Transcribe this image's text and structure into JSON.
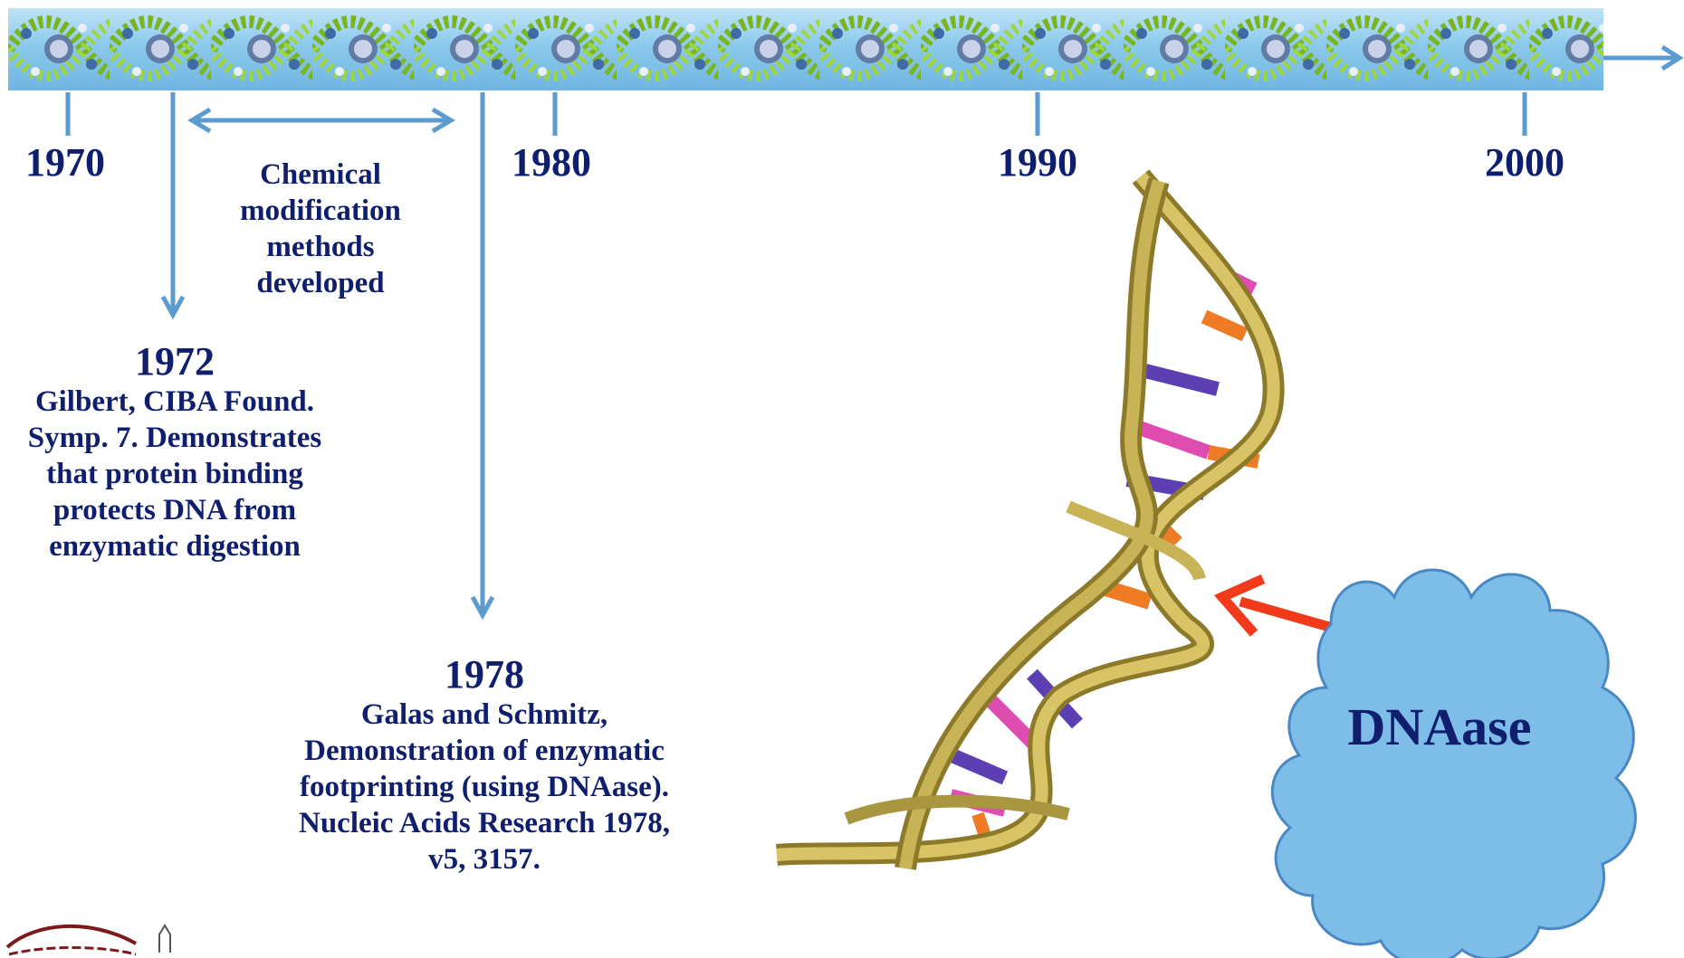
{
  "timeline": {
    "years": [
      "1970",
      "1980",
      "1990",
      "2000"
    ]
  },
  "annotations": {
    "chemical_methods": [
      "Chemical",
      "modification",
      "methods",
      "developed"
    ],
    "gilbert": {
      "year": "1972",
      "lines": [
        "Gilbert, CIBA Found.",
        "Symp. 7. Demonstrates",
        "that protein binding",
        "protects DNA from",
        "enzymatic digestion"
      ]
    },
    "galas": {
      "year": "1978",
      "lines": [
        "Galas and Schmitz,",
        "Demonstration of enzymatic",
        "footprinting (using DNAase).",
        "Nucleic Acids Research 1978,",
        "v5, 3157."
      ]
    }
  },
  "cloud": {
    "label": "DNAase"
  },
  "colors": {
    "text": "#0f1f6e",
    "arrow": "#5b9bd0",
    "cloud_fill": "#7fbde9",
    "cloud_stroke": "#4a88c4",
    "pointer_arrow": "#f03a1a",
    "helix_ribbon": "#c8b456",
    "base_purple": "#5b3fb3",
    "base_pink": "#e04db0",
    "base_orange": "#f07b25",
    "base_gold": "#d2a21c"
  }
}
